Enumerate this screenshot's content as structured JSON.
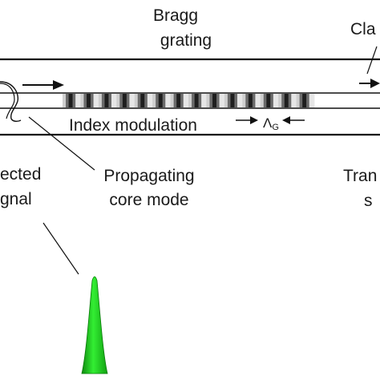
{
  "diagram": {
    "labels": {
      "bragg_line1": "Bragg",
      "bragg_line2": "grating",
      "cladding_partial": "Cla",
      "index_modulation": "Index modulation",
      "period_symbol": "Λ",
      "period_subscript": "G",
      "reflected_line1": "ected",
      "reflected_line2": "gnal",
      "propagating_line1": "Propagating",
      "propagating_line2": "core mode",
      "transmitted_line1": "Tran",
      "transmitted_line2": "s"
    },
    "grating_period_count": 14,
    "colors": {
      "line": "#111111",
      "peak_fill": "#22dd22",
      "peak_edge": "#0a7a0a"
    }
  }
}
